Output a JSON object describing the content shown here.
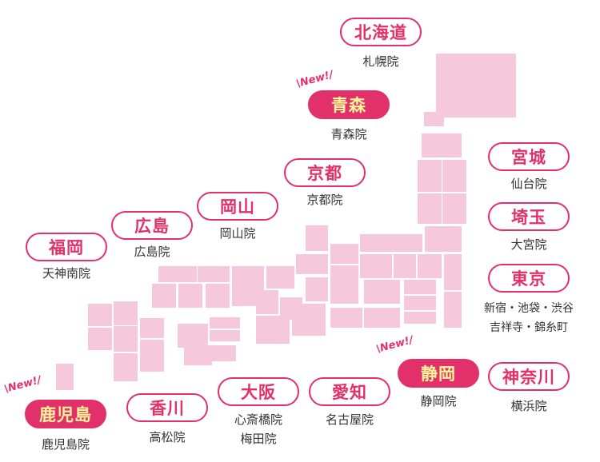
{
  "colors": {
    "accent": "#e2306a",
    "highlight_text": "#fff59a",
    "map": "#f5c8dc"
  },
  "new_badge": "\\New!/",
  "locations": [
    {
      "region": "北海道",
      "clinics": [
        "札幌院"
      ],
      "new": false
    },
    {
      "region": "青森",
      "clinics": [
        "青森院"
      ],
      "new": true
    },
    {
      "region": "宮城",
      "clinics": [
        "仙台院"
      ],
      "new": false
    },
    {
      "region": "京都",
      "clinics": [
        "京都院"
      ],
      "new": false
    },
    {
      "region": "埼玉",
      "clinics": [
        "大宮院"
      ],
      "new": false
    },
    {
      "region": "岡山",
      "clinics": [
        "岡山院"
      ],
      "new": false
    },
    {
      "region": "広島",
      "clinics": [
        "広島院"
      ],
      "new": false
    },
    {
      "region": "福岡",
      "clinics": [
        "天神南院"
      ],
      "new": false
    },
    {
      "region": "東京",
      "clinics": [
        "新宿・池袋・渋谷",
        "吉祥寺・錦糸町"
      ],
      "new": false
    },
    {
      "region": "静岡",
      "clinics": [
        "静岡院"
      ],
      "new": true
    },
    {
      "region": "神奈川",
      "clinics": [
        "横浜院"
      ],
      "new": false
    },
    {
      "region": "鹿児島",
      "clinics": [
        "鹿児島院"
      ],
      "new": true
    },
    {
      "region": "香川",
      "clinics": [
        "高松院"
      ],
      "new": false
    },
    {
      "region": "大阪",
      "clinics": [
        "心斎橋院",
        "梅田院"
      ],
      "new": false
    },
    {
      "region": "愛知",
      "clinics": [
        "名古屋院"
      ],
      "new": false
    }
  ]
}
